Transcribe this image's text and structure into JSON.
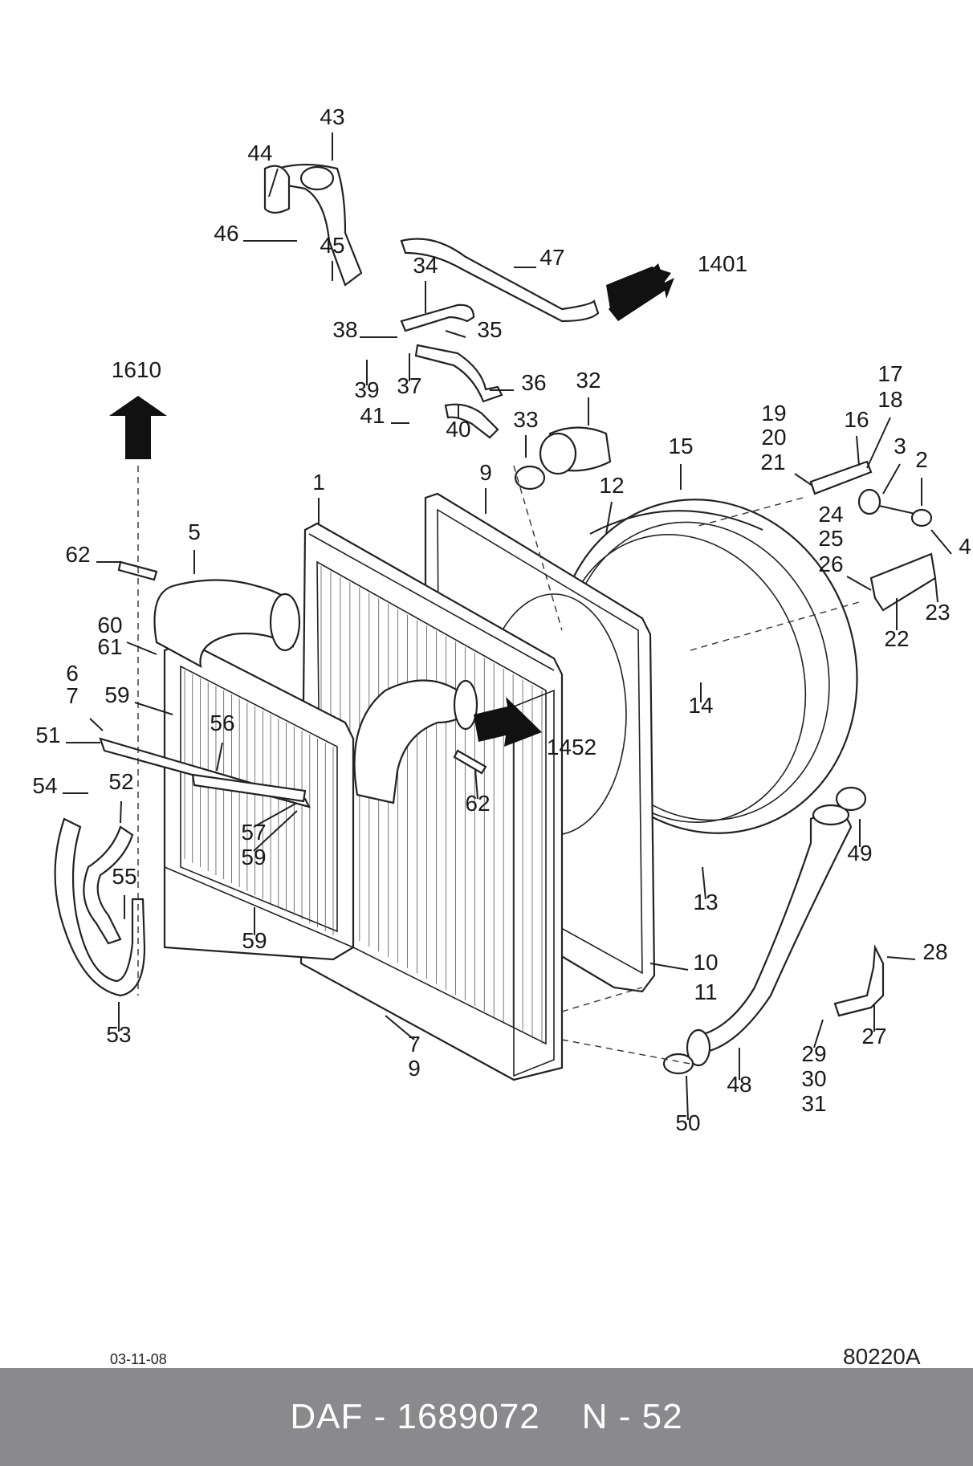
{
  "diagram": {
    "labels": [
      "1",
      "2",
      "3",
      "4",
      "5",
      "6",
      "7",
      "9",
      "10",
      "11",
      "12",
      "13",
      "14",
      "15",
      "16",
      "17",
      "18",
      "19",
      "20",
      "21",
      "22",
      "23",
      "24",
      "25",
      "26",
      "27",
      "28",
      "29",
      "30",
      "31",
      "32",
      "33",
      "34",
      "35",
      "36",
      "37",
      "38",
      "39",
      "40",
      "41",
      "43",
      "44",
      "45",
      "46",
      "47",
      "48",
      "49",
      "50",
      "51",
      "52",
      "53",
      "54",
      "55",
      "56",
      "57",
      "59",
      "60",
      "61",
      "62"
    ],
    "references": [
      "1401",
      "1610",
      "1452"
    ]
  },
  "drawing_date": "03-11-08",
  "drawing_code": "80220A",
  "footer": {
    "brand_part": "DAF - 1689072",
    "page": "N - 52"
  }
}
